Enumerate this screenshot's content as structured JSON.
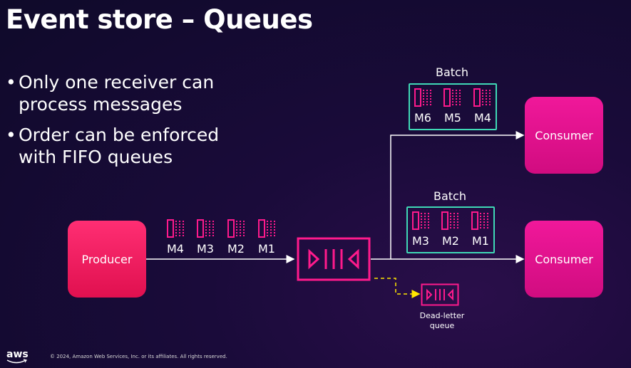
{
  "title": "Event store – Queues",
  "bullets": [
    "Only one receiver can process messages",
    "Order can be enforced with FIFO queues"
  ],
  "bullet_lines": [
    [
      "Only one receiver can",
      "process messages"
    ],
    [
      "Order can be enforced",
      "with FIFO queues"
    ]
  ],
  "producer": {
    "label": "Producer"
  },
  "producer_messages": [
    "M4",
    "M3",
    "M2",
    "M1"
  ],
  "batches": [
    {
      "label": "Batch",
      "messages": [
        "M6",
        "M5",
        "M4"
      ]
    },
    {
      "label": "Batch",
      "messages": [
        "M3",
        "M2",
        "M1"
      ]
    }
  ],
  "consumers": [
    {
      "label": "Consumer"
    },
    {
      "label": "Consumer"
    }
  ],
  "dead_letter": {
    "label_lines": [
      "Dead-letter",
      "queue"
    ]
  },
  "footer": "© 2024, Amazon Web Services, Inc. or its affiliates. All rights reserved.",
  "logo": "aws",
  "colors": {
    "accent": "#ff1a8c",
    "batch_border": "#3fd9b6",
    "dlq_arrow": "#ffe600",
    "producer": "#ff2e73",
    "consumer": "#f0189a"
  },
  "icons": {
    "queue": "queue-icon",
    "message": "message-icon"
  }
}
